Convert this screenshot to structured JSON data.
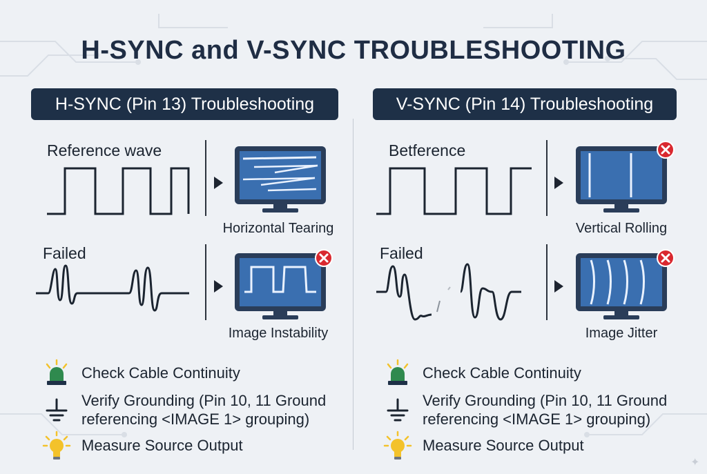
{
  "title": "H-SYNC and V-SYNC TROUBLESHOOTING",
  "left": {
    "header": "H-SYNC (Pin 13) Troubleshooting",
    "reference_label": "Reference wave",
    "reference_caption": "Horizontal Tearing",
    "failed_label": "Failed",
    "failed_caption": "Image Instability",
    "checklist": [
      {
        "icon": "beacon-light-icon",
        "text": "Check Cable Continuity"
      },
      {
        "icon": "ground-symbol-icon",
        "line1": "Verify Grounding (Pin 10, 11 Ground",
        "line2": "referencing <IMAGE 1> grouping)"
      },
      {
        "icon": "light-bulb-icon",
        "text": "Measure Source Output"
      }
    ]
  },
  "right": {
    "header": "V-SYNC (Pin 14) Troubleshooting",
    "reference_label": "Betference",
    "reference_caption": "Vertical Rolling",
    "failed_label": "Failed",
    "failed_caption": "Image Jitter",
    "checklist": [
      {
        "icon": "beacon-light-icon",
        "text": "Check Cable Continuity"
      },
      {
        "icon": "ground-symbol-icon",
        "line1": "Verify Grounding (Pin 10, 11 Ground",
        "line2": "referencing <IMAGE 1> grouping)"
      },
      {
        "icon": "light-bulb-icon",
        "text": "Measure Source Output"
      }
    ]
  },
  "colors": {
    "header_bg": "#1e3047",
    "screen_blue": "#3a6fb0",
    "error_red": "#d9282f",
    "beacon_green": "#2f8a4e",
    "bulb_yellow": "#f3c22b"
  }
}
